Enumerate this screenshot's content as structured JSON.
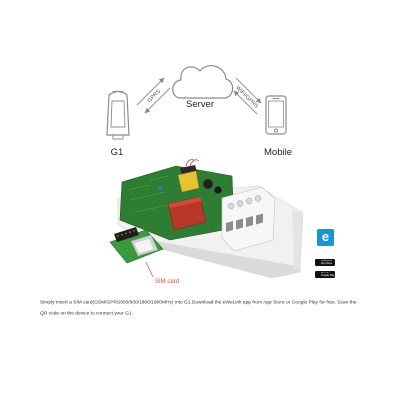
{
  "diagram": {
    "server_label": "Server",
    "device_label": "G1",
    "mobile_label": "Mobile",
    "device_server_link": "GPRS",
    "server_mobile_link": "WIFI/GPRS"
  },
  "photo": {
    "sim_card_label": "SIM card"
  },
  "app_links": {
    "logo_letter": "e",
    "app_store_line1": "Download on the",
    "app_store_line2": "App Store",
    "google_play_line1": "GET IT ON",
    "google_play_line2": "Google Play"
  },
  "caption": {
    "line1": "Simply insert a SIM card(GSM/GPRS800/900/1800/1900MHz) into G1.Download the eWeLink app from App Store or Google Play for free. Scan the",
    "line2": "QR code on the device to connect your G1."
  },
  "icons": {
    "server": "cloud-icon",
    "device": "g1-device-icon",
    "mobile": "phone-icon",
    "app_logo": "ewelink-logo",
    "app_store": "apple-icon",
    "google_play": "play-icon"
  },
  "colors": {
    "icon_stroke": "#8c8c8c",
    "sim_label": "#e0483a",
    "ewelink_blue": "#1a95d3",
    "badge_black": "#111111",
    "pcb_green": "#2e7d32"
  }
}
